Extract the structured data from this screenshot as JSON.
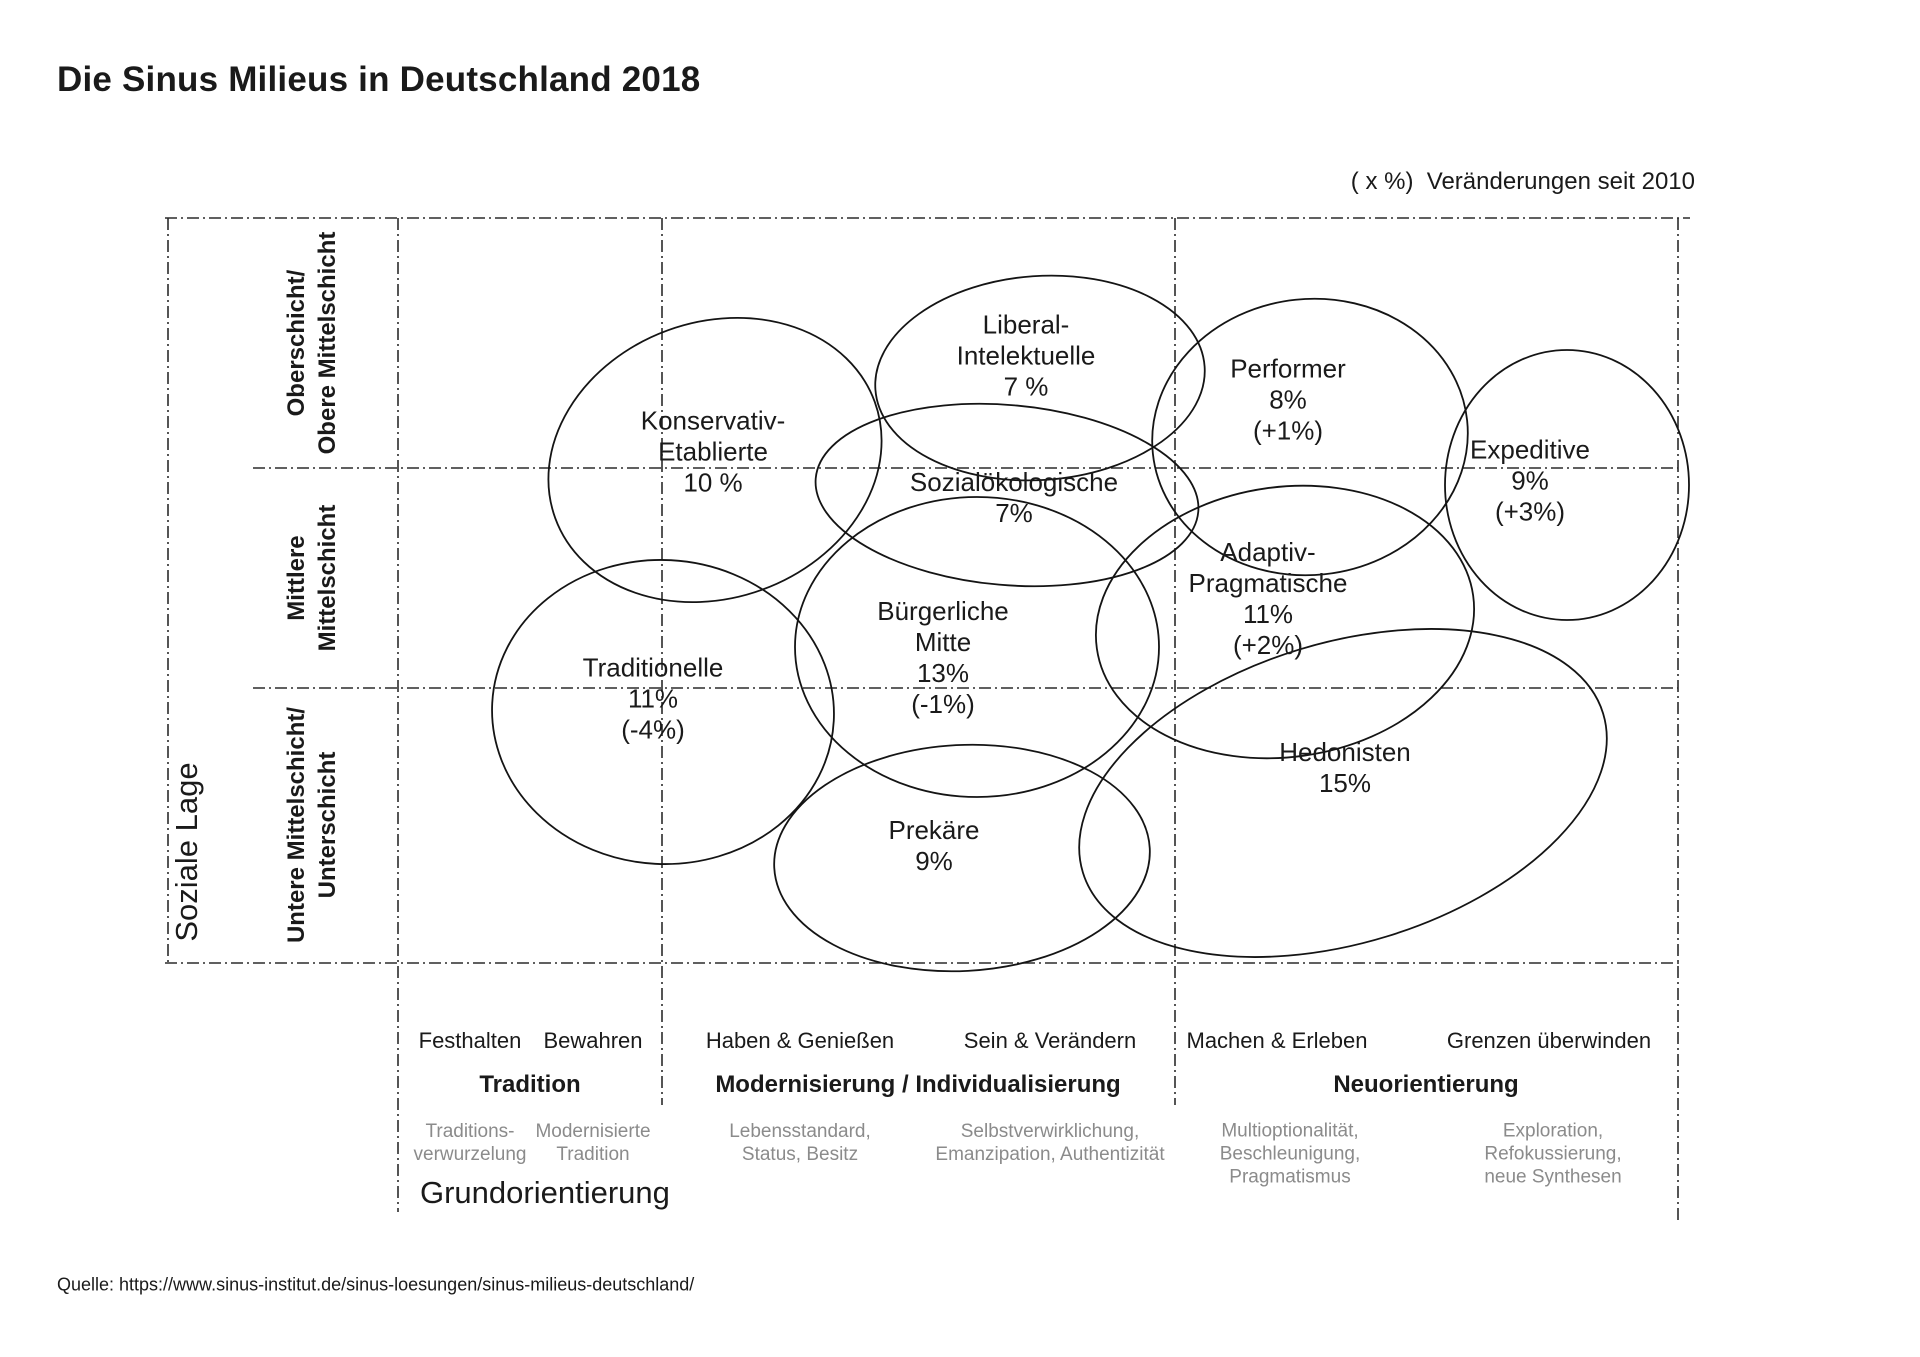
{
  "title": "Die Sinus Milieus in Deutschland 2018",
  "legend_note": "( x %)  Veränderungen seit 2010",
  "y_axis": {
    "label": "Soziale Lage",
    "levels": [
      {
        "label": "Oberschicht/\nObere Mittelschicht"
      },
      {
        "label": "Mittlere\nMittelschicht"
      },
      {
        "label": "Untere Mittelschicht/\nUnterschicht"
      }
    ]
  },
  "x_axis": {
    "label": "Grundorientierung",
    "sections": [
      {
        "name": "Tradition",
        "values": [
          "Festhalten",
          "Bewahren"
        ],
        "descriptions": [
          "Traditions-\nverwurzelung",
          "Modernisierte\nTradition"
        ]
      },
      {
        "name": "Modernisierung / Individualisierung",
        "values": [
          "Haben & Genießen",
          "Sein & Verändern"
        ],
        "descriptions": [
          "Lebensstandard,\nStatus, Besitz",
          "Selbstverwirklichung,\nEmanzipation, Authentizität"
        ]
      },
      {
        "name": "Neuorientierung",
        "values": [
          "Machen & Erleben",
          "Grenzen überwinden"
        ],
        "descriptions": [
          "Multioptionalität,\nBeschleunigung,\nPragmatismus",
          "Exploration,\nRefokussierung,\nneue Synthesen"
        ]
      }
    ]
  },
  "milieus": [
    {
      "name": "Konservativ-\nEtablierte",
      "share": "10 %",
      "change": ""
    },
    {
      "name": "Liberal-\nIntelektuelle",
      "share": "7 %",
      "change": ""
    },
    {
      "name": "Performer",
      "share": "8%",
      "change": "(+1%)"
    },
    {
      "name": "Expeditive",
      "share": "9%",
      "change": "(+3%)"
    },
    {
      "name": "Sozialökologische",
      "share": "7%",
      "change": ""
    },
    {
      "name": "Adaptiv-\nPragmatische",
      "share": "11%",
      "change": "(+2%)"
    },
    {
      "name": "Bürgerliche\nMitte",
      "share": "13%",
      "change": "(-1%)"
    },
    {
      "name": "Traditionelle",
      "share": "11%",
      "change": "(-4%)"
    },
    {
      "name": "Hedonisten",
      "share": "15%",
      "change": ""
    },
    {
      "name": "Prekäre",
      "share": "9%",
      "change": ""
    }
  ],
  "source": "Quelle: https://www.sinus-institut.de/sinus-loesungen/sinus-milieus-deutschland/"
}
